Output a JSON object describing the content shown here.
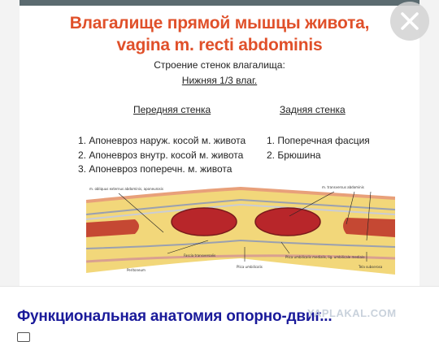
{
  "slide": {
    "title_line1": "Влагалище прямой мышцы живота,",
    "title_line2": "vagina m. recti abdominis",
    "subtitle": "Строение стенок влагалища:",
    "section": "Нижняя 1/3 влаг.",
    "front_heading": "Передняя стенка",
    "back_heading": "Задняя стенка",
    "front_items": [
      "1. Апоневроз наруж. косой м. живота",
      "2. Апоневроз внутр. косой м. живота",
      "3. Апоневроз поперечн. м. живота"
    ],
    "back_items": [
      "1. Поперечная фасция",
      "2. Брюшина"
    ],
    "illustration_labels": {
      "top_left": "m. obliquus externus abdominis, aponeurosis",
      "top_right": "m. transversus abdominis",
      "peritoneum": "Peritoneum",
      "fascia": "Fascia transversalis",
      "plica_umb": "Plica umbilicalis",
      "plica_med": "Plica umbilicalis medialis, lig. umbilicale mediale",
      "tela": "Tela subserosa"
    }
  },
  "result": {
    "title": "Функциональная анатомия опорно-двиг...",
    "watermark": "YAPLAKAL.COM"
  },
  "colors": {
    "title": "#e0502a",
    "result_title": "#1a1a9a",
    "muscle": "#b8262a",
    "fat": "#f2d77a"
  },
  "icons": {
    "close": "close-icon",
    "source": "source-icon"
  }
}
